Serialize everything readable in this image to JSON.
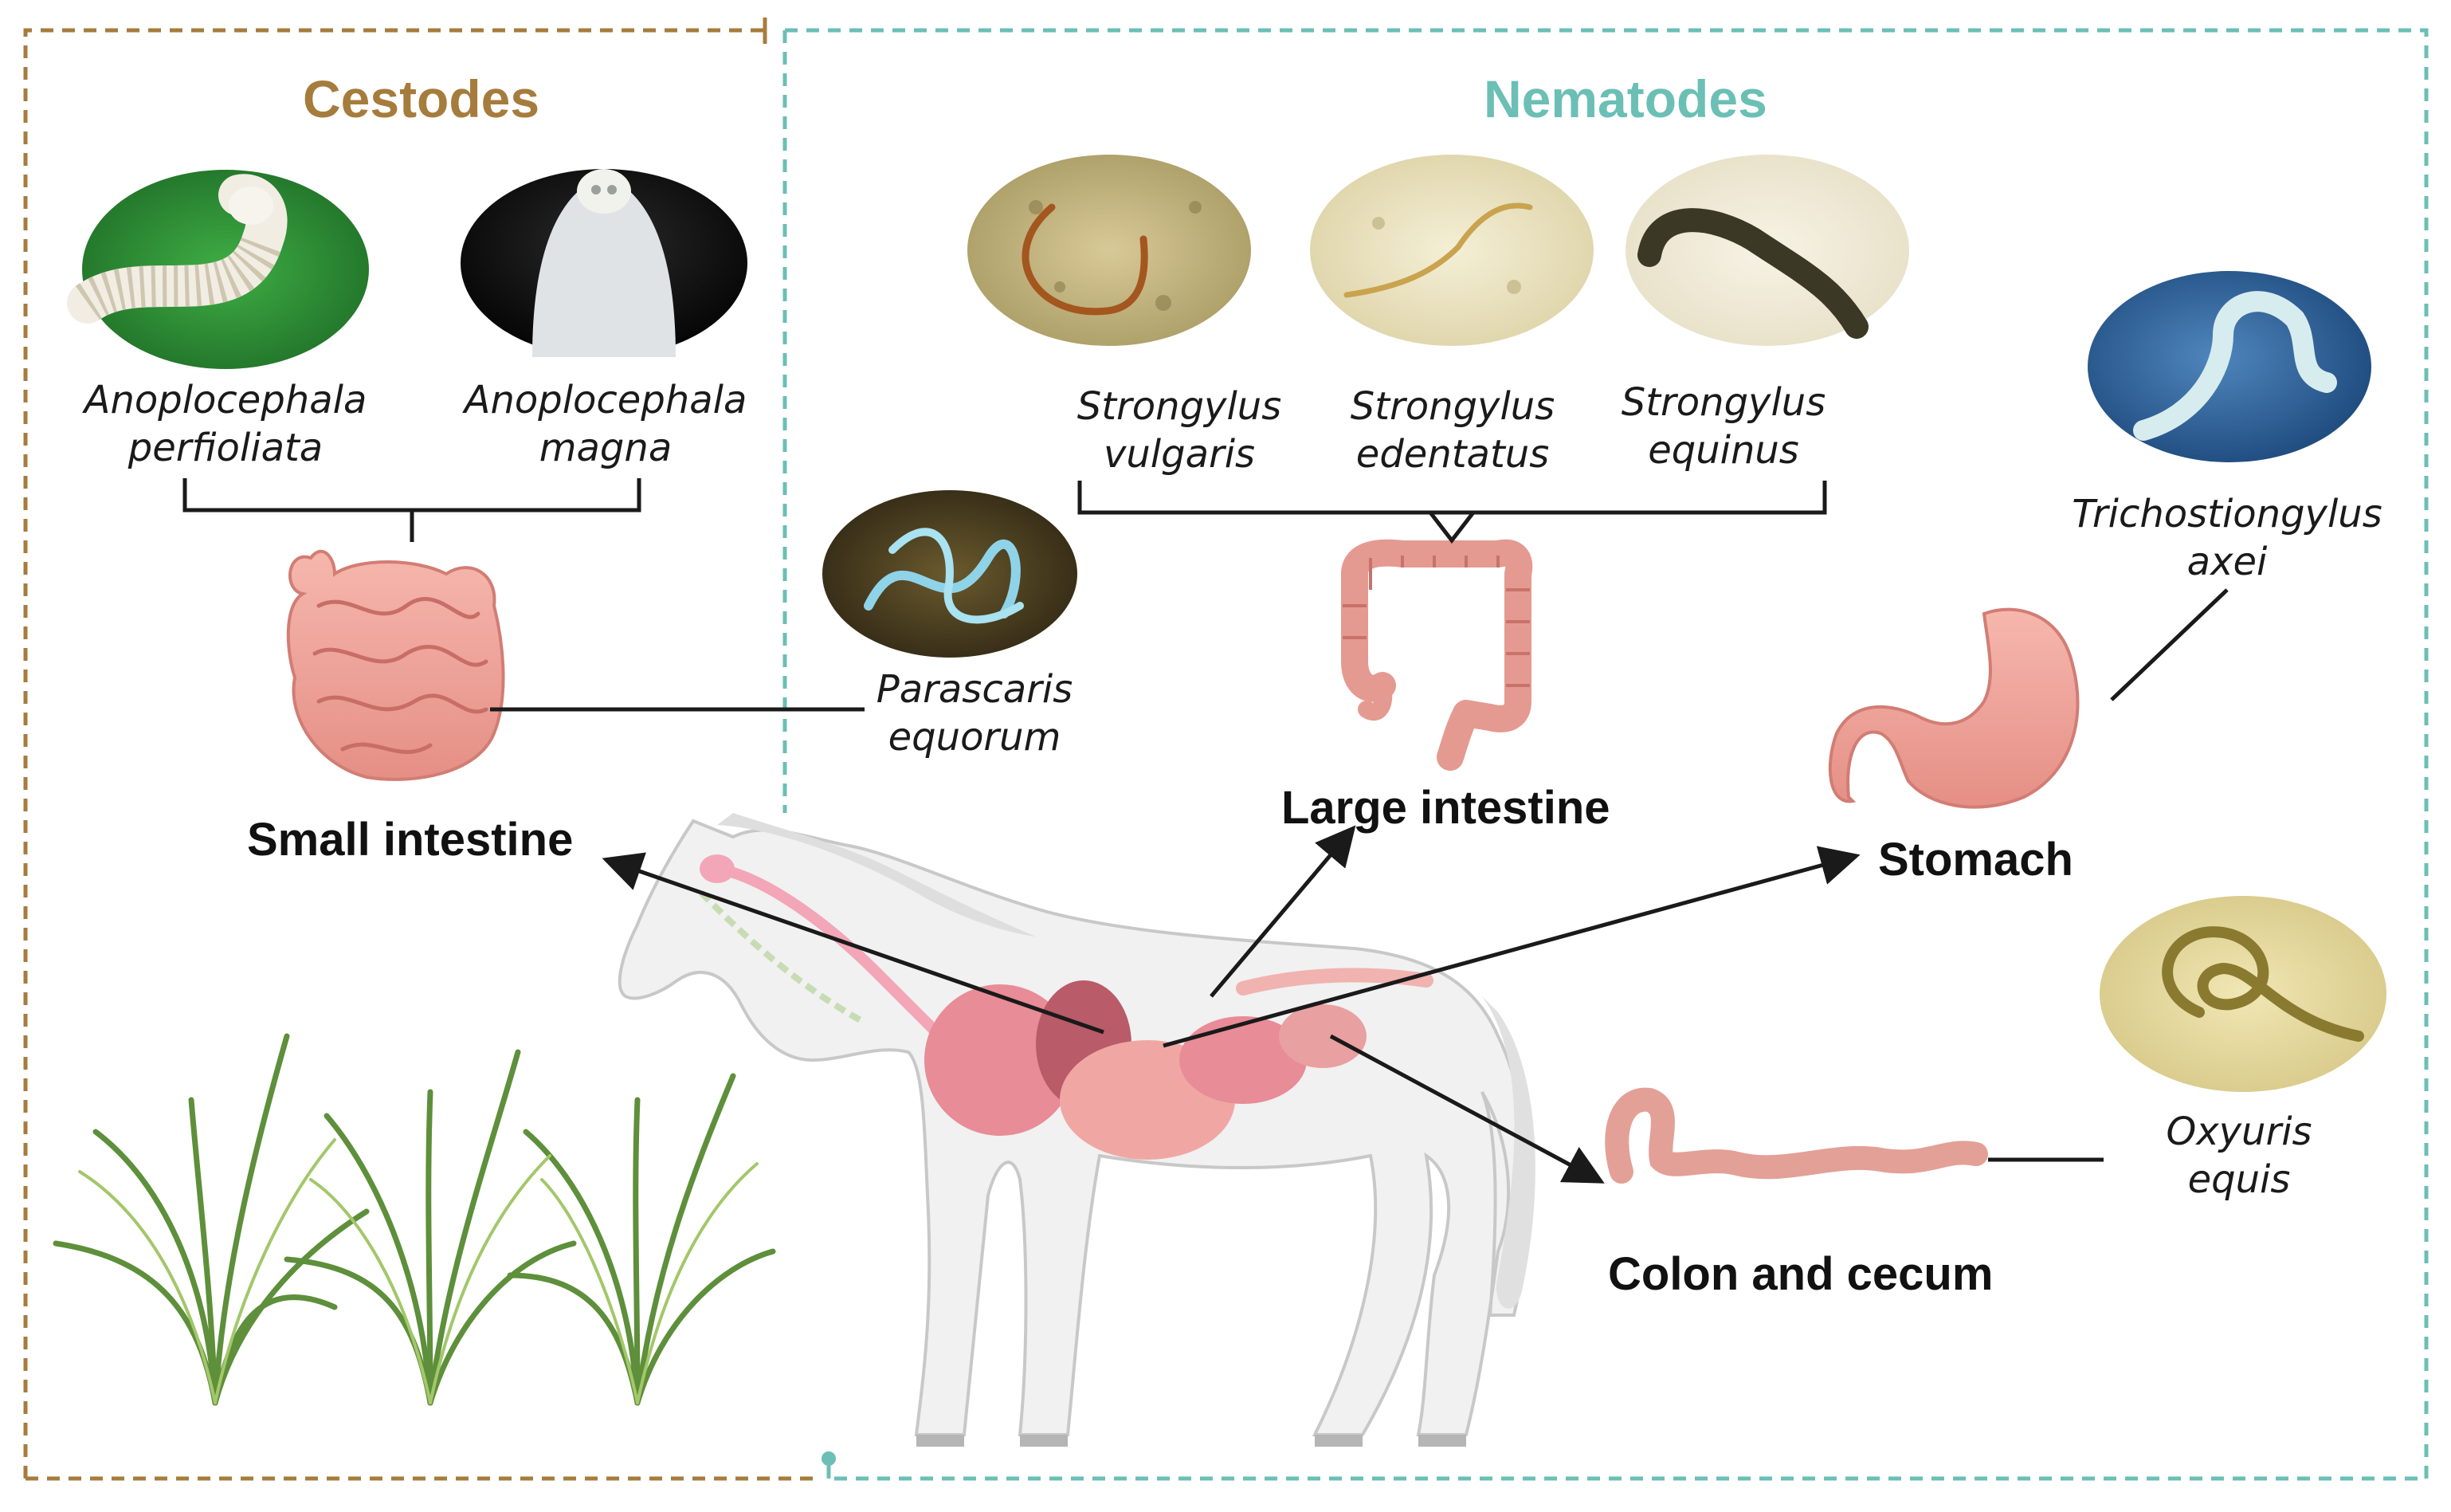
{
  "colors": {
    "cestodes": "#a67c3d",
    "nematodes": "#6bbfb5",
    "line": "#1a1a1a"
  },
  "groups": {
    "cestodes": "Cestodes",
    "nematodes": "Nematodes"
  },
  "species": {
    "a_perfoliata": {
      "genus": "Anoplocephala",
      "epithet": "perfioliata"
    },
    "a_magna": {
      "genus": "Anoplocephala",
      "epithet": "magna"
    },
    "parascaris": {
      "genus": "Parascaris",
      "epithet": "equorum"
    },
    "s_vulgaris": {
      "genus": "Strongylus",
      "epithet": "vulgaris"
    },
    "s_edentatus": {
      "genus": "Strongylus",
      "epithet": "edentatus"
    },
    "s_equinus": {
      "genus": "Strongylus",
      "epithet": "equinus"
    },
    "trichostrongylus": {
      "genus": "Trichostiongylus",
      "epithet": "axei"
    },
    "oxyuris": {
      "genus": "Oxyuris",
      "epithet": "equis"
    }
  },
  "organs": {
    "small_intestine": "Small intestine",
    "large_intestine": "Large intestine",
    "stomach": "Stomach",
    "colon_cecum": "Colon and cecum"
  }
}
